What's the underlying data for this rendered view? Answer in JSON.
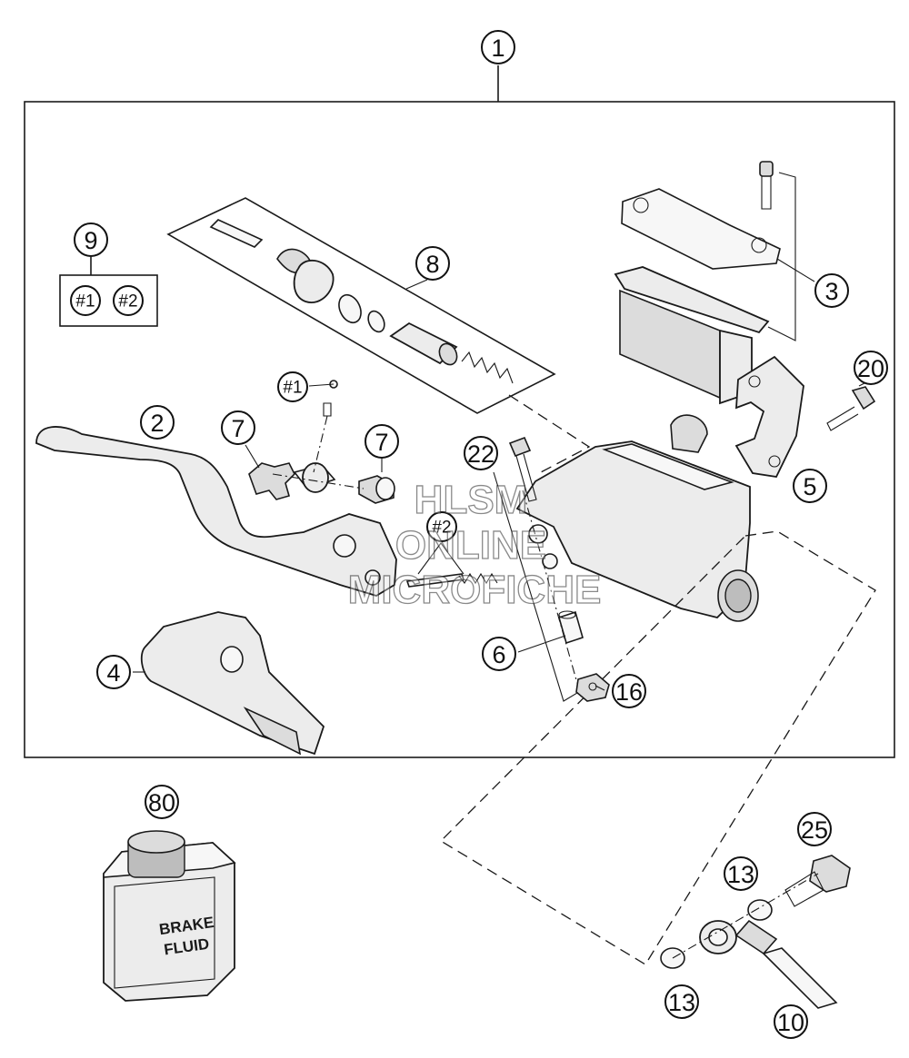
{
  "callouts": {
    "c1": "1",
    "c2": "2",
    "c3": "3",
    "c4": "4",
    "c5": "5",
    "c6": "6",
    "c7a": "7",
    "c7b": "7",
    "c8": "8",
    "c9": "9",
    "c10": "10",
    "c13a": "13",
    "c13b": "13",
    "c16": "16",
    "c20": "20",
    "c22": "22",
    "c25": "25",
    "c80": "80",
    "s1_box": "#1",
    "s2_box": "#2",
    "s1_lever": "#1",
    "s2_lever": "#2"
  },
  "brake_fluid": {
    "line1": "BRAKE",
    "line2": "FLUID"
  },
  "watermark": {
    "line1": "HLSM",
    "line2": "ONLINE",
    "line3": "MICROFICHE"
  }
}
